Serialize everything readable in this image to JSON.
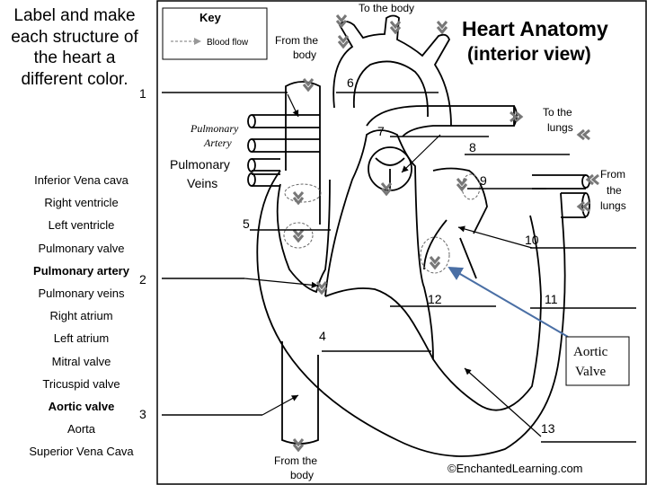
{
  "instructions": "Label and make each structure of the heart a different color.",
  "word_list": [
    {
      "text": "Inferior Vena cava",
      "bold": false
    },
    {
      "text": "Right ventricle",
      "bold": false
    },
    {
      "text": "Left ventricle",
      "bold": false
    },
    {
      "text": "Pulmonary valve",
      "bold": false
    },
    {
      "text": "Pulmonary artery",
      "bold": true
    },
    {
      "text": "Pulmonary veins",
      "bold": false
    },
    {
      "text": "Right atrium",
      "bold": false
    },
    {
      "text": "Left atrium",
      "bold": false
    },
    {
      "text": "Mitral valve",
      "bold": false
    },
    {
      "text": "Tricuspid valve",
      "bold": false
    },
    {
      "text": "Aortic valve",
      "bold": true
    },
    {
      "text": "Aorta",
      "bold": false
    },
    {
      "text": "Superior Vena Cava",
      "bold": false
    }
  ],
  "diagram": {
    "title_line1": "Heart Anatomy",
    "title_line2": "(interior view)",
    "key_title": "Key",
    "key_item": "Blood flow",
    "credit": "©EnchantedLearning.com",
    "flow_labels": {
      "to_body_top": "To the body",
      "from_body_top_1": "From the",
      "from_body_top_2": "body",
      "to_lungs_1": "To the",
      "to_lungs_2": "lungs",
      "from_lungs_1": "From",
      "from_lungs_2": "the",
      "from_lungs_3": "lungs",
      "from_body_bottom_1": "From the",
      "from_body_bottom_2": "body"
    },
    "pulmonary_artery_1": "Pulmonary",
    "pulmonary_artery_2": "Artery",
    "pulmonary_veins_1": "Pulmonary",
    "pulmonary_veins_2": "Veins",
    "aortic_valve_1": "Aortic",
    "aortic_valve_2": "Valve",
    "numbers": [
      "1",
      "2",
      "3",
      "4",
      "5",
      "6",
      "7",
      "8",
      "9",
      "10",
      "11",
      "12",
      "13"
    ]
  },
  "colors": {
    "line": "#000000",
    "arrow_blue": "#4a6fa5",
    "flow_gray": "#777777"
  }
}
